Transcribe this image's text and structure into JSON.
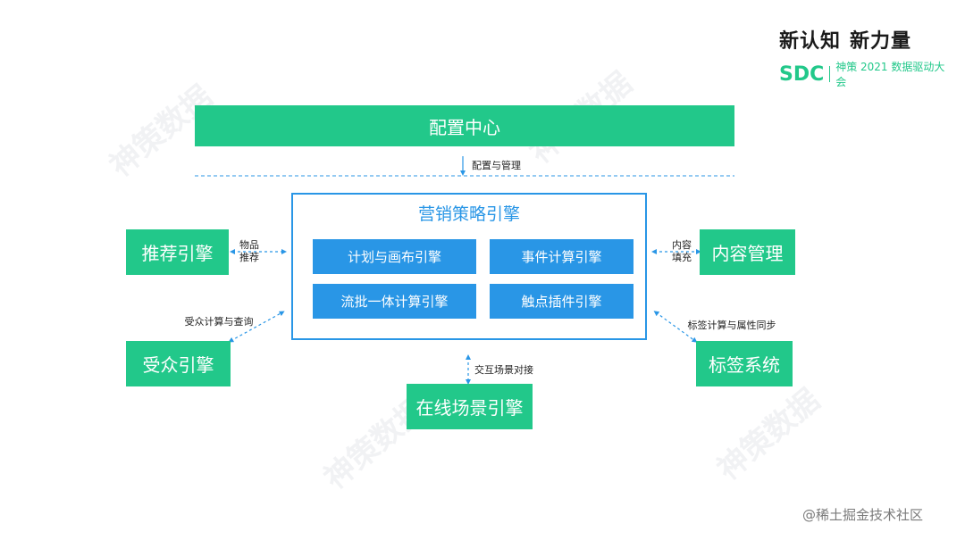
{
  "branding": {
    "slogan_part1": "新认知",
    "slogan_part2": "新力量",
    "sdc_mark": "SDC",
    "conference": "神策 2021 数据驱动大会",
    "accent_color": "#22c88a"
  },
  "watermark": {
    "text": "神策数据"
  },
  "nodes": {
    "config_center": "配置中心",
    "marketing_engine": "营销策略引擎",
    "recommend_engine": "推荐引擎",
    "content_mgmt": "内容管理",
    "audience_engine": "受众引擎",
    "tag_system": "标签系统",
    "online_scene_engine": "在线场景引擎"
  },
  "sub_engines": [
    "计划与画布引擎",
    "事件计算引擎",
    "流批一体计算引擎",
    "触点插件引擎"
  ],
  "edge_labels": {
    "config_mgmt": "配置与管理",
    "items_push_line1": "物品",
    "items_push_line2": "推荐",
    "content_fill_line1": "内容",
    "content_fill_line2": "填充",
    "audience_query": "受众计算与查询",
    "tag_sync": "标签计算与属性同步",
    "scene_interaction": "交互场景对接"
  },
  "colors": {
    "green": "#22c88a",
    "blue": "#2996e6",
    "frame": "#2996e6",
    "connector": "#2996e6"
  },
  "footer": {
    "credit": "@稀土掘金技术社区"
  }
}
